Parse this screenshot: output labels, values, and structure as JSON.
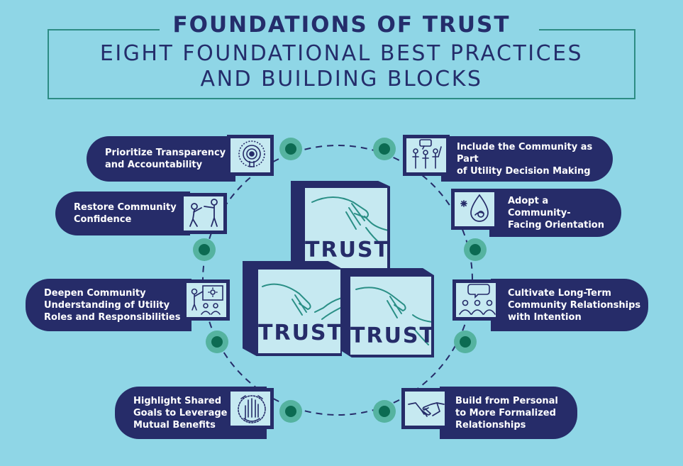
{
  "title": {
    "main": "FOUNDATIONS OF TRUST",
    "subtitle_line1": "EIGHT FOUNDATIONAL BEST PRACTICES",
    "subtitle_line2": "AND BUILDING BLOCKS"
  },
  "practices": [
    {
      "label": "Prioritize Transparency\nand Accountability",
      "icon": "speaker-icon"
    },
    {
      "label": "Restore Community\nConfidence",
      "icon": "helping-up-icon"
    },
    {
      "label": "Deepen Community\nUnderstanding of Utility\nRoles and Responsibilities",
      "icon": "presentation-icon"
    },
    {
      "label": "Highlight Shared\nGoals to Leverage\nMutual Benefits",
      "icon": "hands-together-icon"
    },
    {
      "label": "Include the Community as Part\nof Utility Decision Making",
      "icon": "community-meeting-icon"
    },
    {
      "label": "Adopt a\nCommunity-\nFacing Orientation",
      "icon": "water-drop-icon"
    },
    {
      "label": "Cultivate Long-Term\nCommunity Relationships\nwith Intention",
      "icon": "conversation-group-icon"
    },
    {
      "label": "Build from Personal\nto More Formalized\nRelationships",
      "icon": "handshake-icon"
    }
  ],
  "blocks": {
    "top": "TRUST",
    "bottom_left": "TRUST",
    "bottom_right": "TRUST"
  },
  "colors": {
    "background": "#8fd6e6",
    "navy": "#262c69",
    "teal": "#2d8c84",
    "dot_outer": "#55b3a0",
    "dot_inner": "#0c6b52",
    "block_face": "#c6e9f1",
    "hand_stroke": "#2a8f86"
  }
}
